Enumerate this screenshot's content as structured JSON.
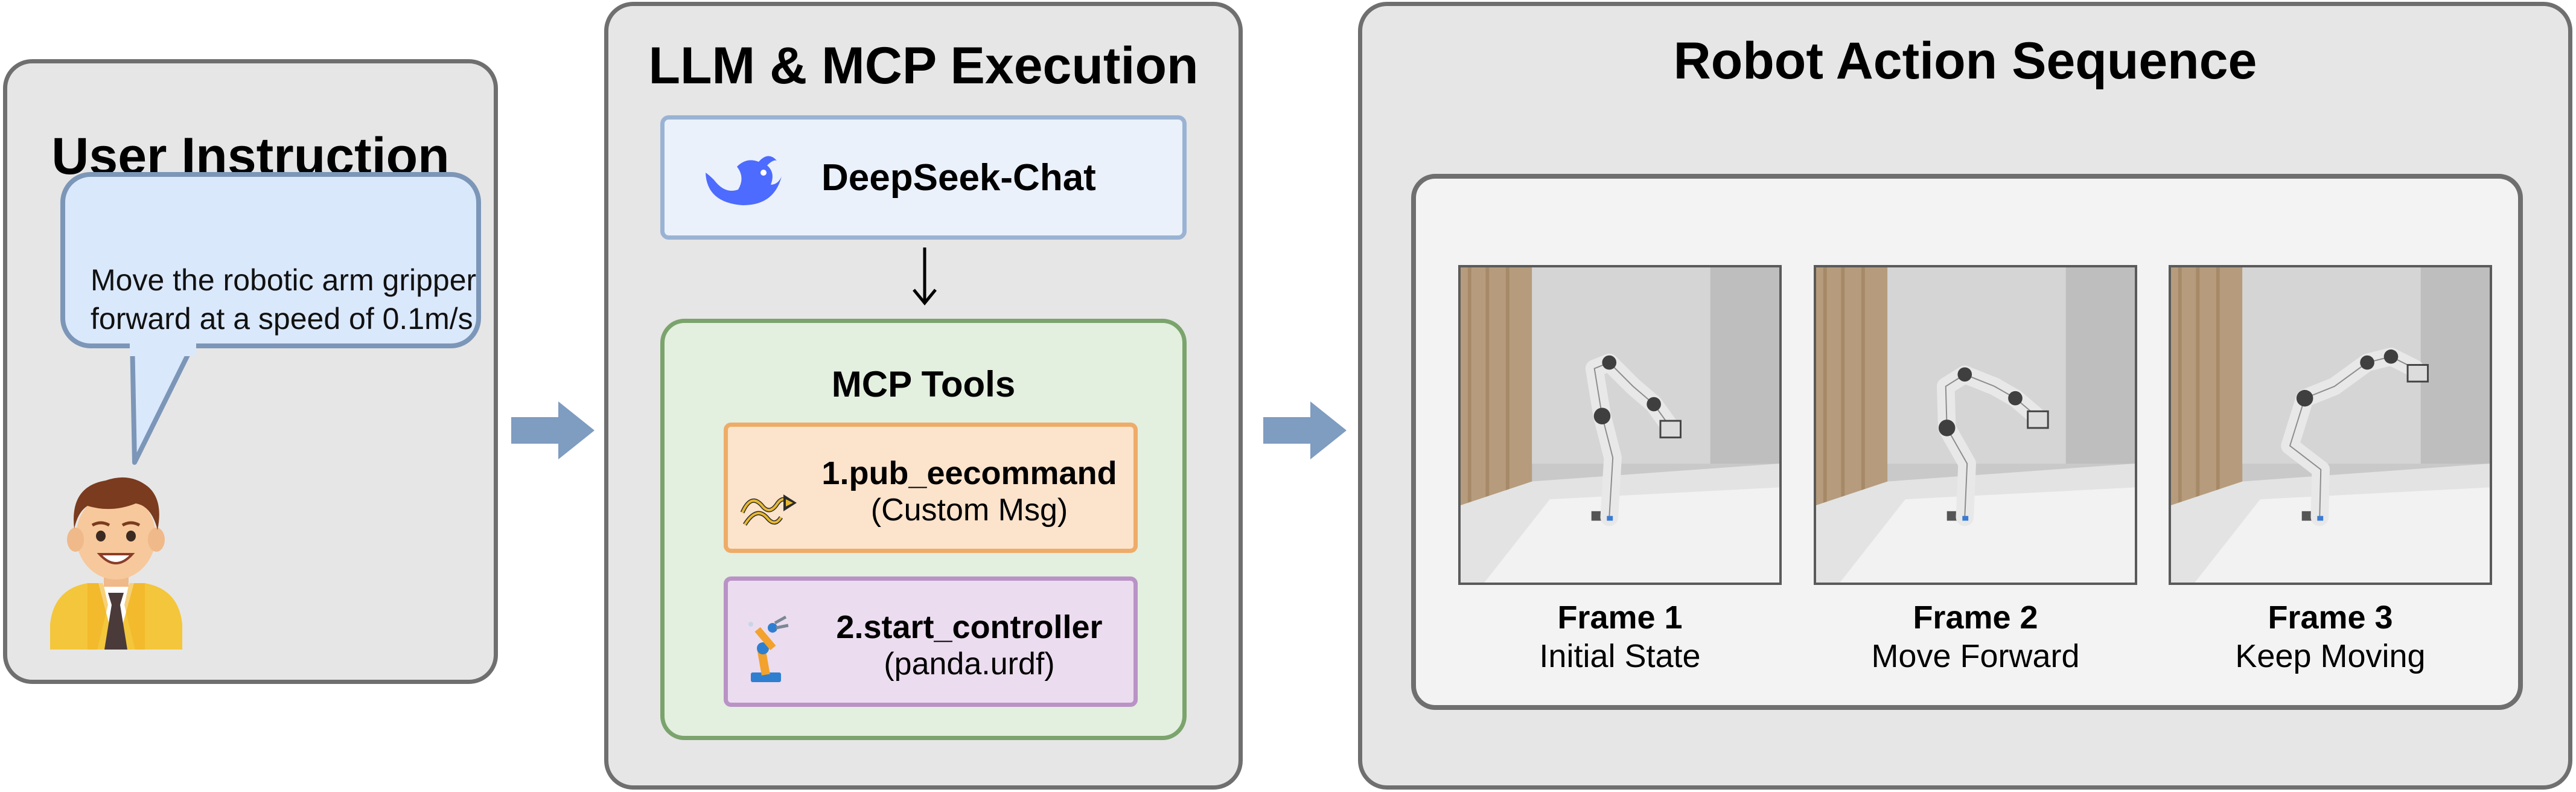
{
  "user_panel": {
    "title": "User Instruction",
    "instruction": "Move the robotic arm gripper forward at a speed of 0.1m/s"
  },
  "llm_panel": {
    "title": "LLM & MCP Execution",
    "model": "DeepSeek-Chat",
    "tools": {
      "title": "MCP Tools",
      "items": [
        {
          "name": "1.pub_eecommand",
          "detail": "(Custom Msg)",
          "icon": "ros-logo-icon"
        },
        {
          "name": "2.start_controller",
          "detail": "(panda.urdf)",
          "icon": "robot-arm-icon"
        }
      ]
    }
  },
  "robot_panel": {
    "title": "Robot Action Sequence",
    "frames": [
      {
        "title": "Frame 1",
        "caption": "Initial State"
      },
      {
        "title": "Frame 2",
        "caption": "Move Forward"
      },
      {
        "title": "Frame 3",
        "caption": "Keep Moving"
      }
    ]
  },
  "colors": {
    "panel_bg": "#e6e6e6",
    "bubble_bg": "#dae8fc",
    "model_box_bg": "#eaf1fb",
    "tools_box_bg": "#e3efdf",
    "tool1_bg": "#fce3cc",
    "tool2_bg": "#ecdcef",
    "flow_arrow": "#7f9cc1"
  }
}
